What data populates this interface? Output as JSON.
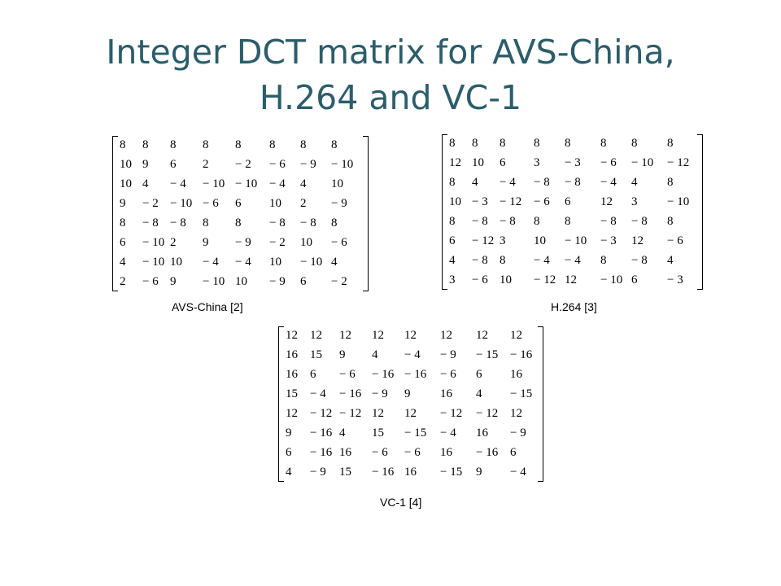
{
  "title_line1": "Integer DCT matrix for AVS-China,",
  "title_line2": "H.264 and VC-1",
  "matrices": [
    {
      "caption": "AVS-China [2]",
      "rows": [
        [
          "8",
          "8",
          "8",
          "8",
          "8",
          "8",
          "8",
          "8"
        ],
        [
          "10",
          "9",
          "6",
          "2",
          "− 2",
          "− 6",
          "− 9",
          "− 10"
        ],
        [
          "10",
          "4",
          "− 4",
          "− 10",
          "− 10",
          "− 4",
          "4",
          "10"
        ],
        [
          "9",
          "− 2",
          "− 10",
          "− 6",
          "6",
          "10",
          "2",
          "− 9"
        ],
        [
          "8",
          "− 8",
          "− 8",
          "8",
          "8",
          "− 8",
          "− 8",
          "8"
        ],
        [
          "6",
          "− 10",
          "2",
          "9",
          "− 9",
          "− 2",
          "10",
          "− 6"
        ],
        [
          "4",
          "− 10",
          "10",
          "− 4",
          "− 4",
          "10",
          "− 10",
          "4"
        ],
        [
          "2",
          "− 6",
          "9",
          "− 10",
          "10",
          "− 9",
          "6",
          "− 2"
        ]
      ]
    },
    {
      "caption": "H.264 [3]",
      "rows": [
        [
          "8",
          "8",
          "8",
          "8",
          "8",
          "8",
          "8",
          "8"
        ],
        [
          "12",
          "10",
          "6",
          "3",
          "− 3",
          "− 6",
          "− 10",
          "− 12"
        ],
        [
          "8",
          "4",
          "− 4",
          "− 8",
          "− 8",
          "− 4",
          "4",
          "8"
        ],
        [
          "10",
          "− 3",
          "− 12",
          "− 6",
          "6",
          "12",
          "3",
          "− 10"
        ],
        [
          "8",
          "− 8",
          "− 8",
          "8",
          "8",
          "− 8",
          "− 8",
          "8"
        ],
        [
          "6",
          "− 12",
          "3",
          "10",
          "− 10",
          "− 3",
          "12",
          "− 6"
        ],
        [
          "4",
          "− 8",
          "8",
          "− 4",
          "− 4",
          "8",
          "− 8",
          "4"
        ],
        [
          "3",
          "− 6",
          "10",
          "− 12",
          "12",
          "− 10",
          "6",
          "− 3"
        ]
      ]
    },
    {
      "caption": "VC-1 [4]",
      "rows": [
        [
          "12",
          "12",
          "12",
          "12",
          "12",
          "12",
          "12",
          "12"
        ],
        [
          "16",
          "15",
          "9",
          "4",
          "− 4",
          "− 9",
          "− 15",
          "− 16"
        ],
        [
          "16",
          "6",
          "− 6",
          "− 16",
          "− 16",
          "− 6",
          "6",
          "16"
        ],
        [
          "15",
          "− 4",
          "− 16",
          "− 9",
          "9",
          "16",
          "4",
          "− 15"
        ],
        [
          "12",
          "− 12",
          "− 12",
          "12",
          "12",
          "− 12",
          "− 12",
          "12"
        ],
        [
          "9",
          "− 16",
          "4",
          "15",
          "− 15",
          "− 4",
          "16",
          "− 9"
        ],
        [
          "6",
          "− 16",
          "16",
          "− 6",
          "− 6",
          "16",
          "− 16",
          "6"
        ],
        [
          "4",
          "− 9",
          "15",
          "− 16",
          "16",
          "− 15",
          "9",
          "− 4"
        ]
      ]
    }
  ]
}
